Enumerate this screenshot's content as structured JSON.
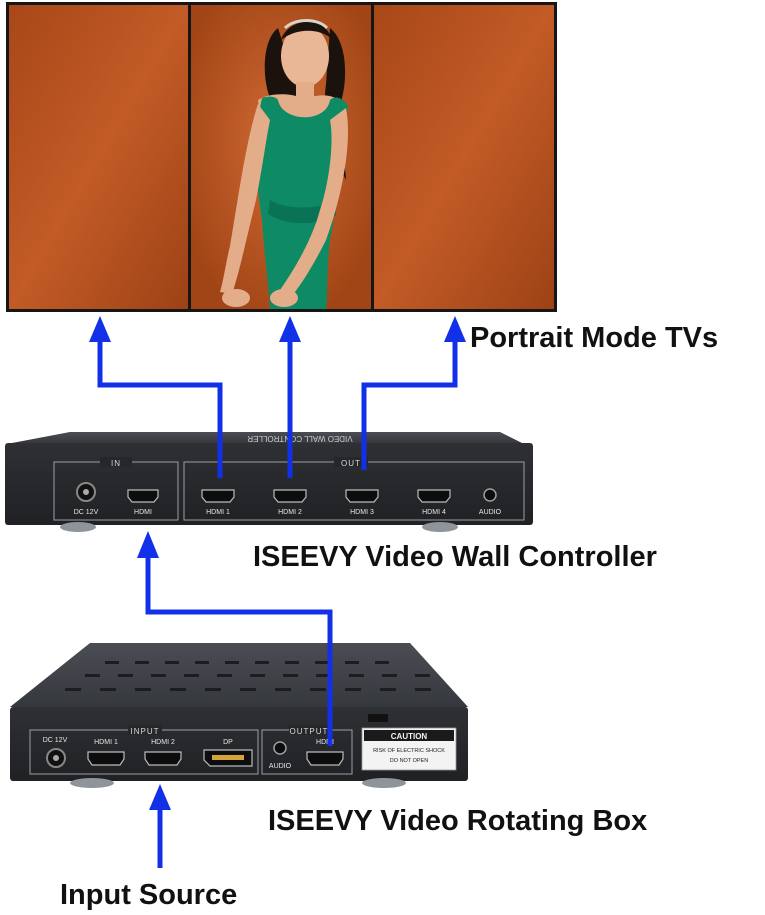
{
  "labels": {
    "tvs": "Portrait Mode TVs",
    "controller": "ISEEVY Video Wall Controller",
    "rotating_box": "ISEEVY Video Rotating Box",
    "input_source": "Input Source"
  },
  "controller": {
    "top_text": "VIDEO WALL CONTROLLER",
    "in_label": "IN",
    "out_label": "OUT",
    "ports": {
      "dc": "DC 12V",
      "hdmi_in": "HDMI",
      "hdmi1": "HDMI 1",
      "hdmi2": "HDMI 2",
      "hdmi3": "HDMI 3",
      "hdmi4": "HDMI 4",
      "audio": "AUDIO"
    }
  },
  "rotating_box": {
    "input_label": "INPUT",
    "output_label": "OUTPUT",
    "ports": {
      "dc": "DC 12V",
      "hdmi1": "HDMI 1",
      "hdmi2": "HDMI 2",
      "dp": "DP",
      "audio": "AUDIO",
      "hdmi_out": "HDMI"
    },
    "caution_title": "CAUTION",
    "caution_line1": "RISK OF ELECTRIC SHOCK",
    "caution_line2": "DO NOT OPEN"
  },
  "colors": {
    "arrow": "#1230e8",
    "tv_background": "#b5521f",
    "dress": "#0e8a64",
    "device_body": "#2b2d31"
  }
}
